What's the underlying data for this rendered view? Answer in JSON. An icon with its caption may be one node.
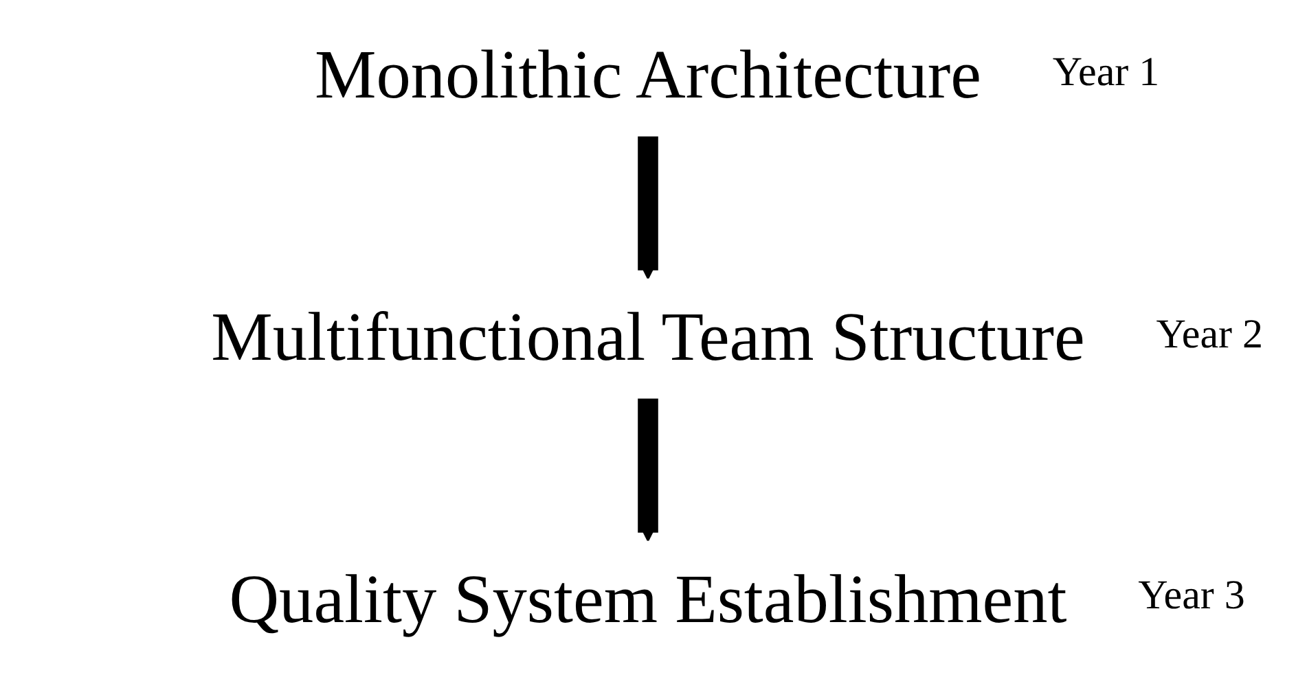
{
  "diagram": {
    "nodes": [
      {
        "text": [
          "Monolithic Architecture"
        ],
        "beside": [
          "Year 1"
        ]
      },
      {
        "text": [
          "Multifunctional Team Structure"
        ],
        "beside": [
          "Year 2"
        ]
      },
      {
        "text": [
          "Quality System Establishment"
        ],
        "beside": [
          "Year 3"
        ]
      }
    ],
    "edges": [
      {
        "from": 0,
        "to": 1,
        "arrow": "to"
      },
      {
        "from": 1,
        "to": 2,
        "arrow": "to"
      }
    ]
  }
}
